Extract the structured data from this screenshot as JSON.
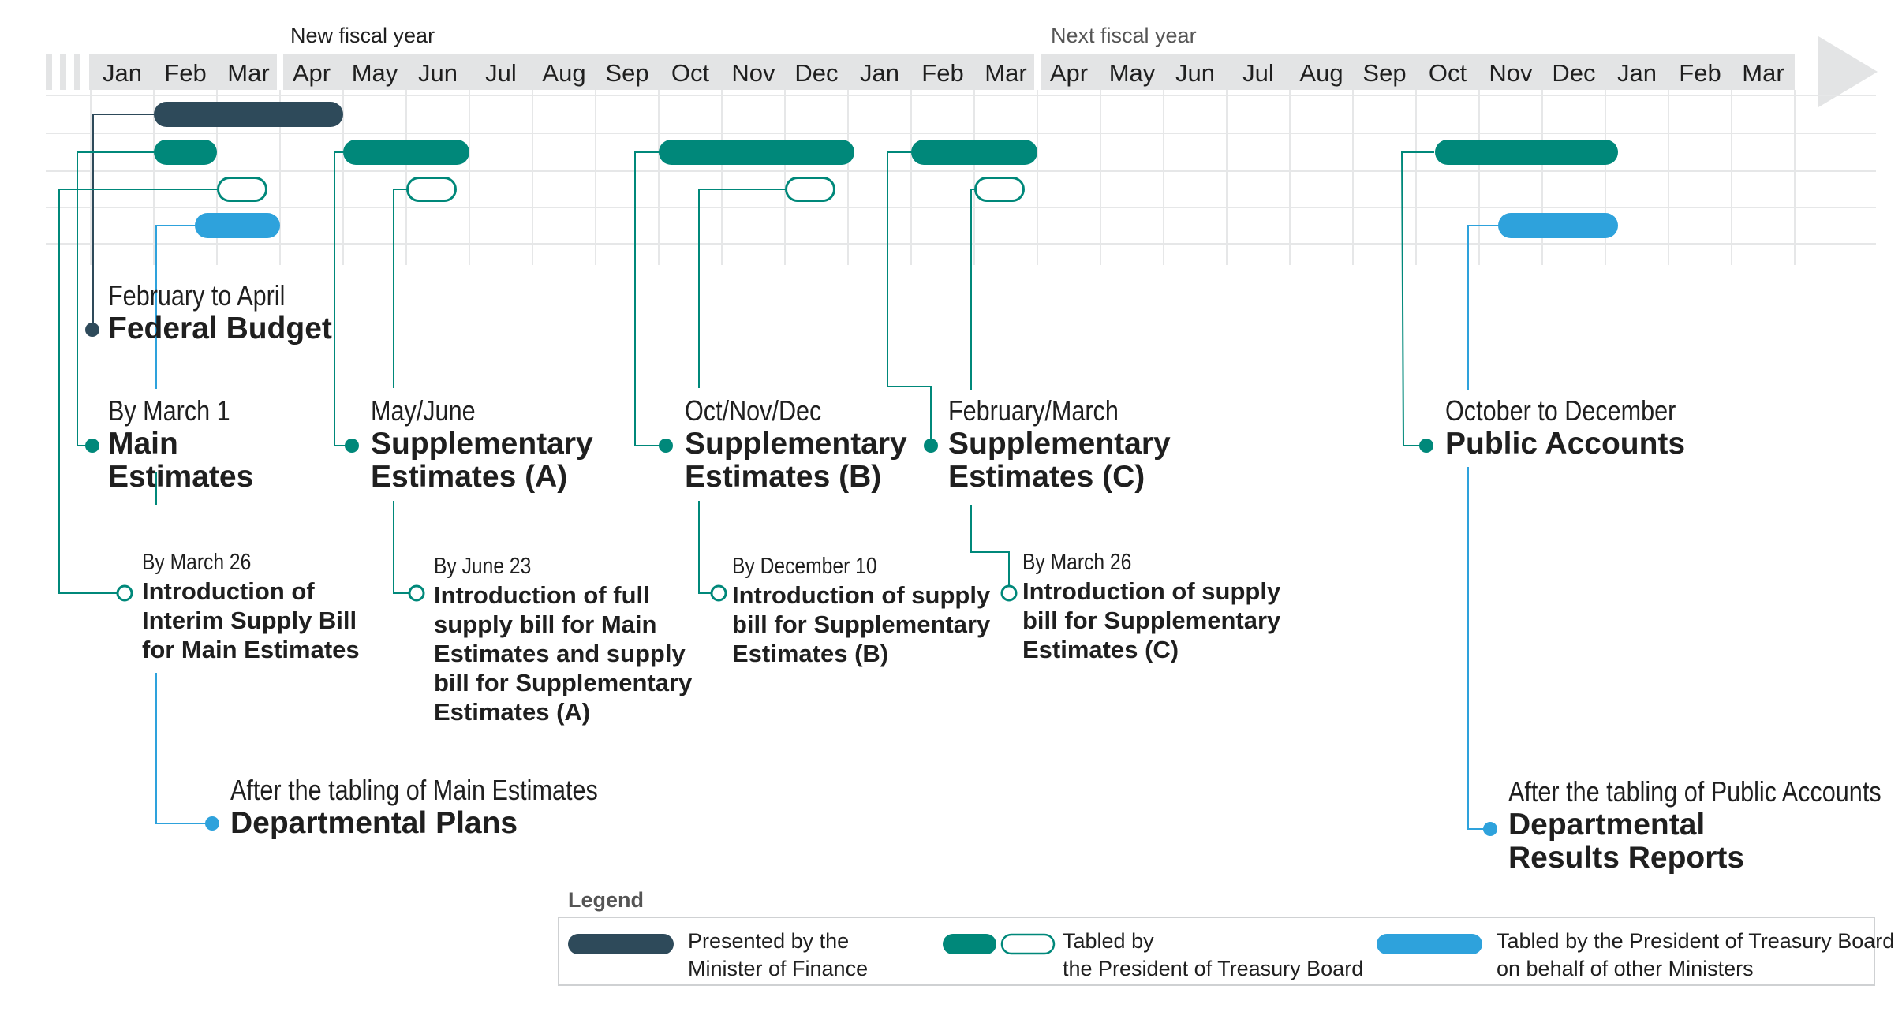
{
  "colors": {
    "navy": "#2e4a5a",
    "teal": "#00887a",
    "blue": "#2ea2dc",
    "band": "#e3e4e5",
    "grid": "#e6e7e8",
    "text": "#1f1f1f",
    "muted": "#555555"
  },
  "header": {
    "new_fiscal_year": "New fiscal year",
    "next_fiscal_year": "Next fiscal year",
    "months": [
      "Jan",
      "Feb",
      "Mar",
      "Apr",
      "May",
      "Jun",
      "Jul",
      "Aug",
      "Sep",
      "Oct",
      "Nov",
      "Dec",
      "Jan",
      "Feb",
      "Mar",
      "Apr",
      "May",
      "Jun",
      "Jul",
      "Aug",
      "Sep",
      "Oct",
      "Nov",
      "Dec",
      "Jan",
      "Feb",
      "Mar"
    ]
  },
  "bars": [
    {
      "id": "federal-budget",
      "row": 0,
      "start": 1.0,
      "end": 4.0,
      "style": "navy"
    },
    {
      "id": "main-estimates",
      "row": 1,
      "start": 1.0,
      "end": 2.0,
      "style": "teal"
    },
    {
      "id": "interim-supply",
      "row": 2,
      "start": 2.0,
      "end": 2.8,
      "style": "outline"
    },
    {
      "id": "departmental-plans",
      "row": 3,
      "start": 1.65,
      "end": 3.0,
      "style": "blue"
    },
    {
      "id": "supp-a",
      "row": 1,
      "start": 4.0,
      "end": 6.0,
      "style": "teal"
    },
    {
      "id": "supply-a",
      "row": 2,
      "start": 5.0,
      "end": 5.8,
      "style": "outline"
    },
    {
      "id": "supp-b",
      "row": 1,
      "start": 9.0,
      "end": 12.1,
      "style": "teal"
    },
    {
      "id": "supply-b",
      "row": 2,
      "start": 11.0,
      "end": 11.8,
      "style": "outline"
    },
    {
      "id": "supp-c",
      "row": 1,
      "start": 13.0,
      "end": 15.0,
      "style": "teal"
    },
    {
      "id": "supply-c",
      "row": 2,
      "start": 14.0,
      "end": 14.8,
      "style": "outline"
    },
    {
      "id": "public-accounts",
      "row": 1,
      "start": 21.3,
      "end": 24.2,
      "style": "teal"
    },
    {
      "id": "drr",
      "row": 3,
      "start": 22.3,
      "end": 24.2,
      "style": "blue"
    }
  ],
  "events": [
    {
      "id": "federal-budget",
      "sub": "February to April",
      "title": [
        "Federal Budget"
      ],
      "size": "large",
      "dot": "navy"
    },
    {
      "id": "main-estimates",
      "sub": "By March 1",
      "title": [
        "Main",
        "Estimates"
      ],
      "size": "large",
      "dot": "teal"
    },
    {
      "id": "interim-supply",
      "sub": "By March 26",
      "title": [
        "Introduction of",
        "Interim Supply Bill",
        "for Main Estimates"
      ],
      "size": "small",
      "dot": "outline"
    },
    {
      "id": "departmental-plans",
      "sub": "After the tabling of Main Estimates",
      "title": [
        "Departmental Plans"
      ],
      "size": "large",
      "dot": "blue"
    },
    {
      "id": "supp-a",
      "sub": "May/June",
      "title": [
        "Supplementary",
        "Estimates (A)"
      ],
      "size": "large",
      "dot": "teal"
    },
    {
      "id": "supply-a",
      "sub": "By June 23",
      "title": [
        "Introduction of full",
        "supply bill for Main",
        "Estimates and supply",
        "bill for Supplementary",
        "Estimates (A)"
      ],
      "size": "small",
      "dot": "outline"
    },
    {
      "id": "supp-b",
      "sub": "Oct/Nov/Dec",
      "title": [
        "Supplementary",
        "Estimates (B)"
      ],
      "size": "large",
      "dot": "teal"
    },
    {
      "id": "supply-b",
      "sub": "By December 10",
      "title": [
        "Introduction of supply",
        "bill for Supplementary",
        "Estimates (B)"
      ],
      "size": "small",
      "dot": "outline"
    },
    {
      "id": "supp-c",
      "sub": "February/March",
      "title": [
        "Supplementary",
        "Estimates (C)"
      ],
      "size": "large",
      "dot": "teal"
    },
    {
      "id": "supply-c",
      "sub": "By March 26",
      "title": [
        "Introduction of supply",
        "bill for Supplementary",
        "Estimates (C)"
      ],
      "size": "small",
      "dot": "outline"
    },
    {
      "id": "public-accounts",
      "sub": "October to December",
      "title": [
        "Public Accounts"
      ],
      "size": "large",
      "dot": "teal"
    },
    {
      "id": "drr",
      "sub": "After the tabling of Public Accounts",
      "title": [
        "Departmental",
        "Results Reports"
      ],
      "size": "large",
      "dot": "blue"
    }
  ],
  "legend": {
    "title": "Legend",
    "items": [
      {
        "style": "navy",
        "lines": [
          "Presented by the",
          "Minister of Finance"
        ]
      },
      {
        "style": "teal-outline",
        "lines": [
          "Tabled by",
          "the President of Treasury Board"
        ]
      },
      {
        "style": "blue",
        "lines": [
          "Tabled by the President of Treasury Board",
          "on behalf of other Ministers"
        ]
      }
    ]
  }
}
